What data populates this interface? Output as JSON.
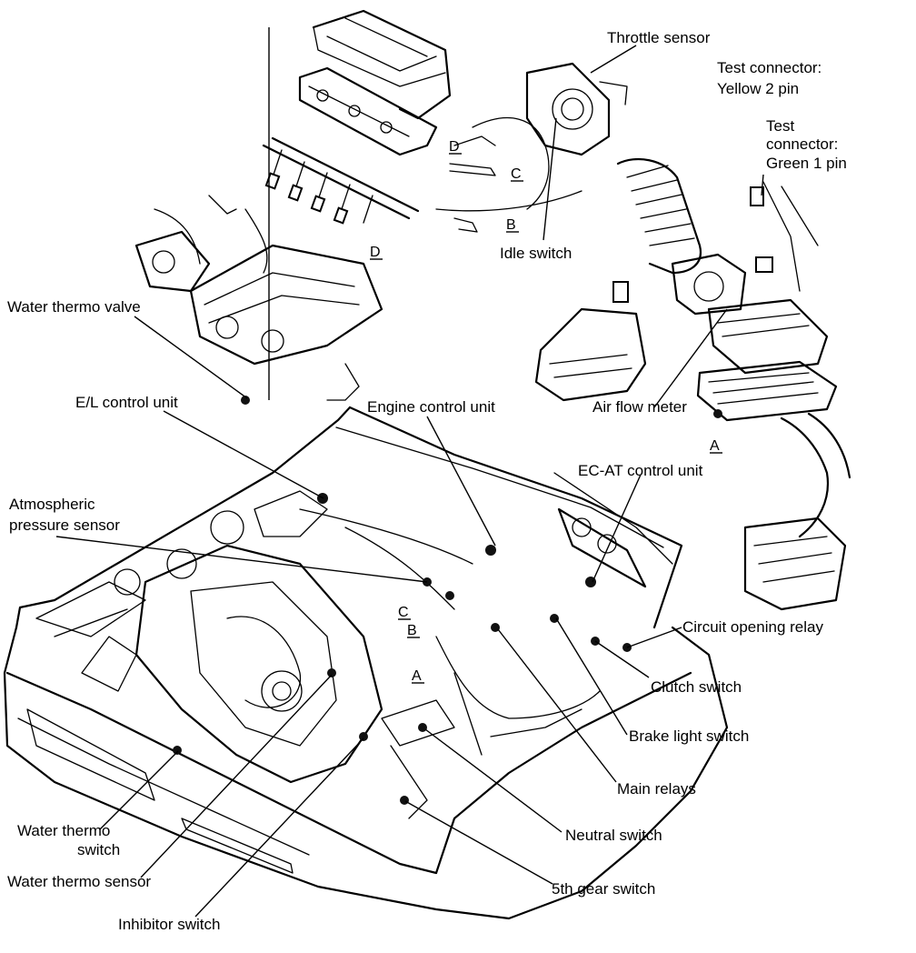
{
  "labels": {
    "throttle_sensor": "Throttle sensor",
    "test_conn_yellow_1": "Test connector:",
    "test_conn_yellow_2": "Yellow 2 pin",
    "test_conn_green_1": "Test",
    "test_conn_green_2": "connector:",
    "test_conn_green_3": "Green 1 pin",
    "idle_switch": "Idle switch",
    "water_thermo_valve": "Water thermo valve",
    "el_control_unit": "E/L control unit",
    "engine_control_unit": "Engine control unit",
    "air_flow_meter": "Air flow meter",
    "ec_at_control_unit": "EC-AT control unit",
    "atmospheric_1": "Atmospheric",
    "atmospheric_2": "pressure sensor",
    "circuit_opening_relay": "Circuit opening relay",
    "clutch_switch": "Clutch switch",
    "brake_light_switch": "Brake light switch",
    "main_relays": "Main relays",
    "neutral_switch": "Neutral switch",
    "water_thermo_switch_1": "Water thermo",
    "water_thermo_switch_2": "switch",
    "water_thermo_sensor": "Water thermo sensor",
    "fifth_gear_switch": "5th gear switch",
    "inhibitor_switch": "Inhibitor switch"
  },
  "connector_tags": {
    "A": "A",
    "B": "B",
    "C": "C",
    "D": "D"
  }
}
